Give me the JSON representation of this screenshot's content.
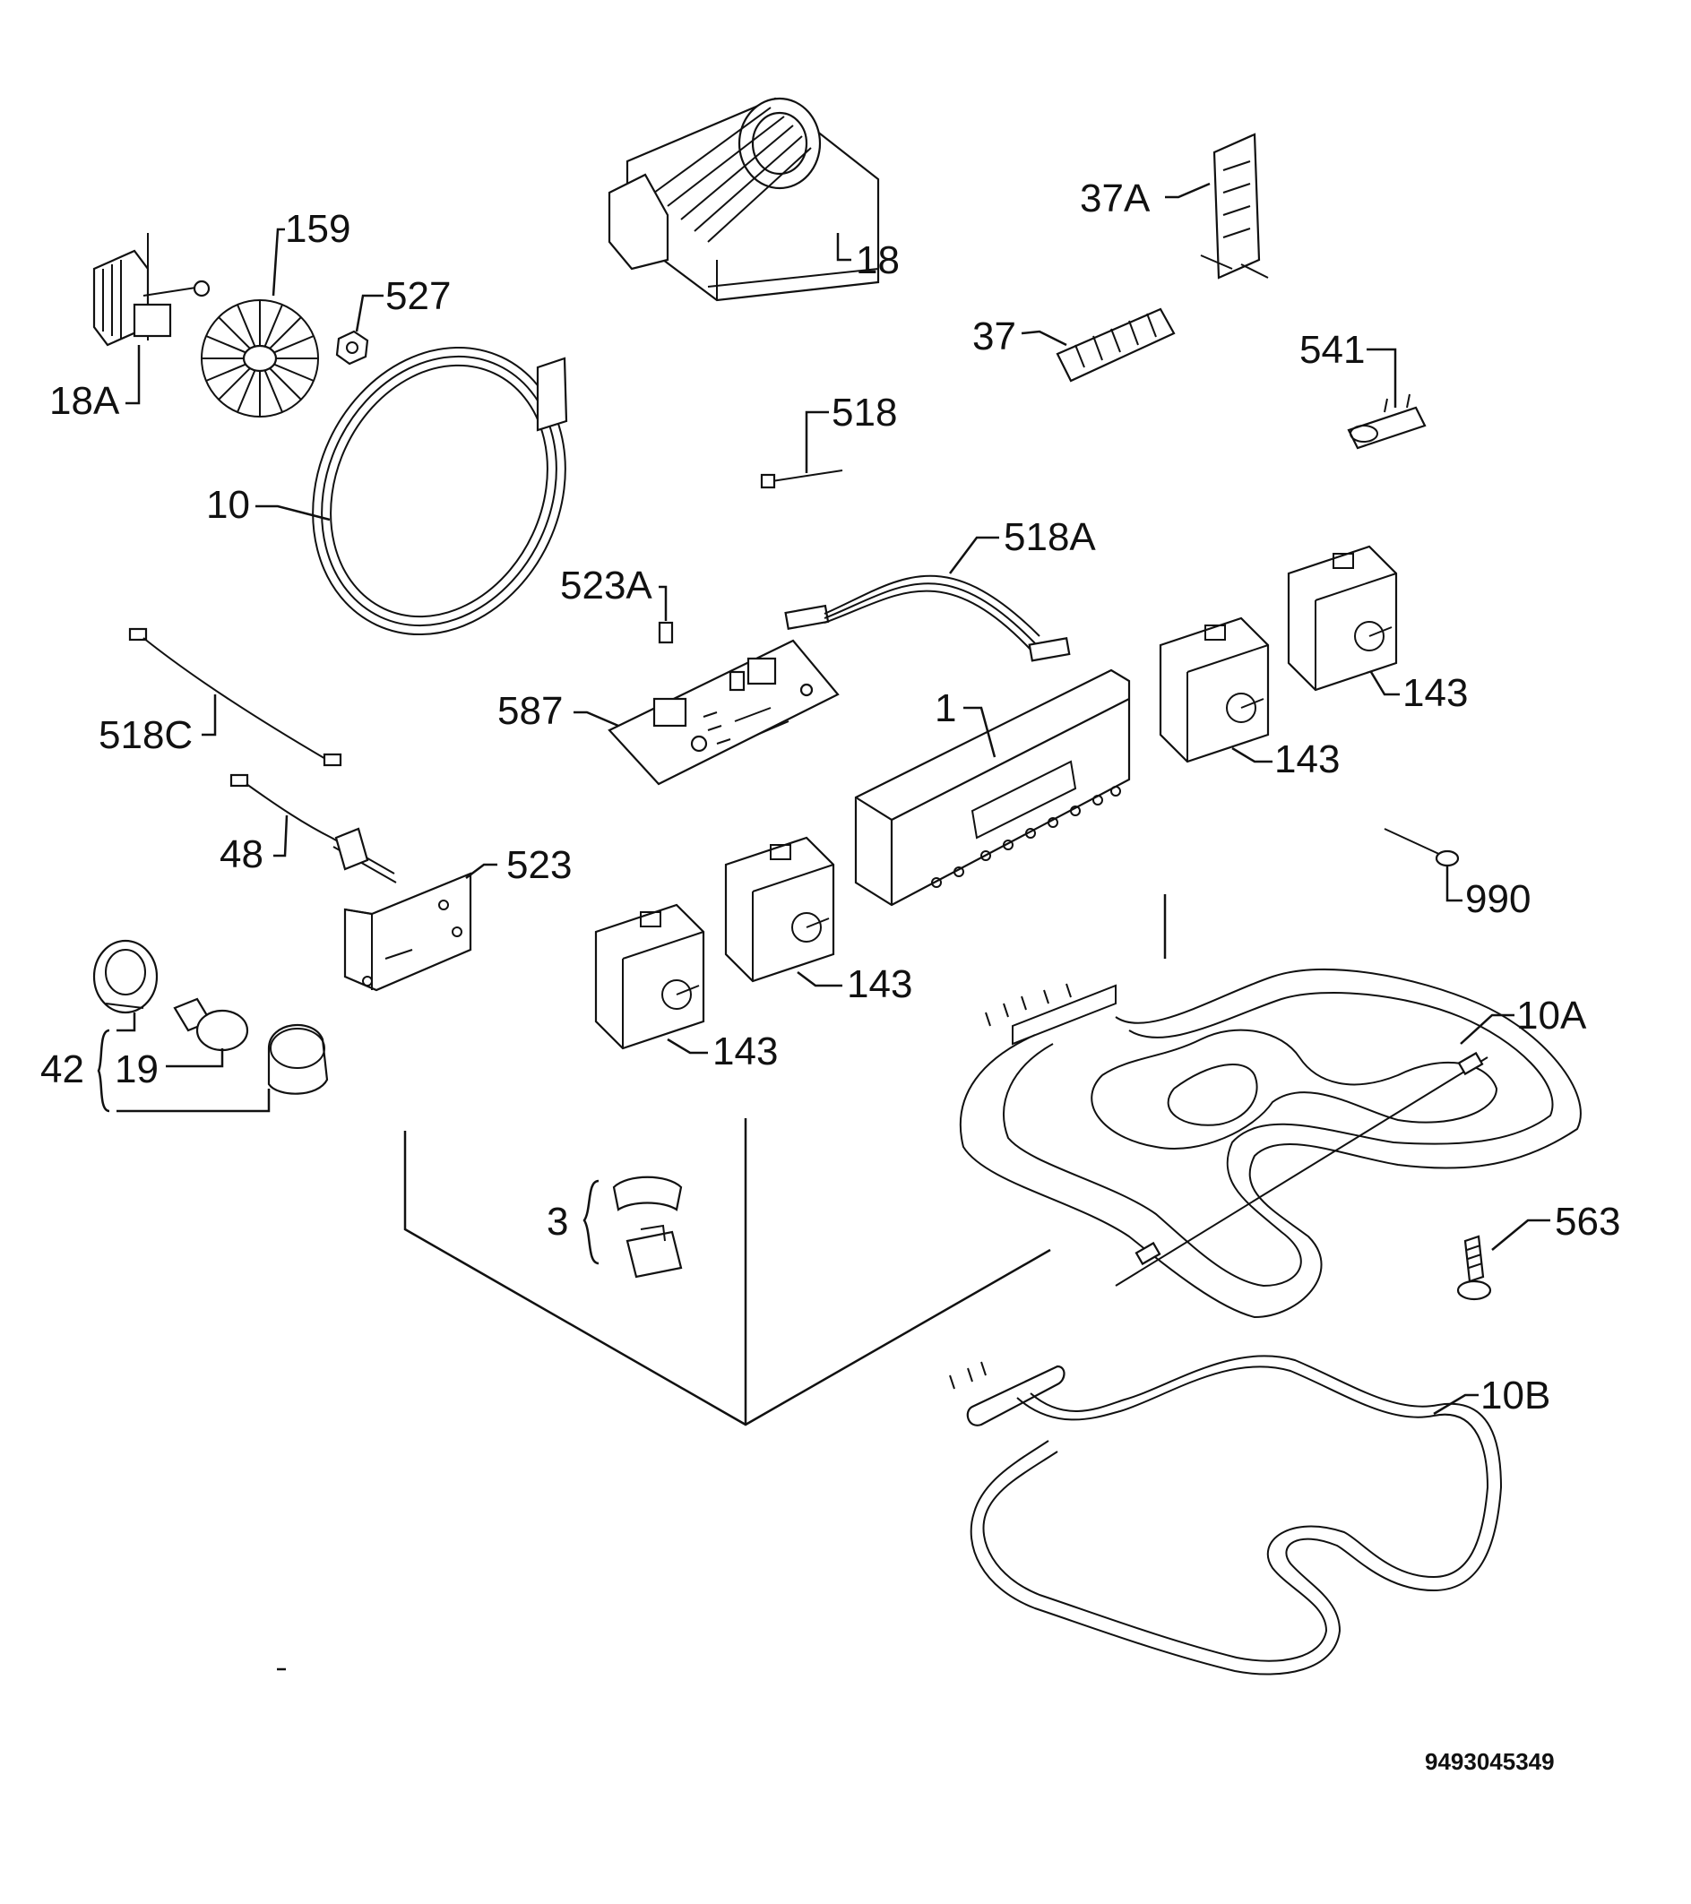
{
  "doc_number": "9493045349",
  "labels": {
    "p1": "1",
    "p3": "3",
    "p10": "10",
    "p10a": "10A",
    "p10b": "10B",
    "p18": "18",
    "p18a": "18A",
    "p19": "19",
    "p37": "37",
    "p37a": "37A",
    "p42": "42",
    "p48": "48",
    "p143a": "143",
    "p143b": "143",
    "p143c": "143",
    "p143d": "143",
    "p159": "159",
    "p518": "518",
    "p518a": "518A",
    "p518c": "518C",
    "p523": "523",
    "p523a": "523A",
    "p527": "527",
    "p541": "541",
    "p563": "563",
    "p587": "587",
    "p990": "990"
  }
}
